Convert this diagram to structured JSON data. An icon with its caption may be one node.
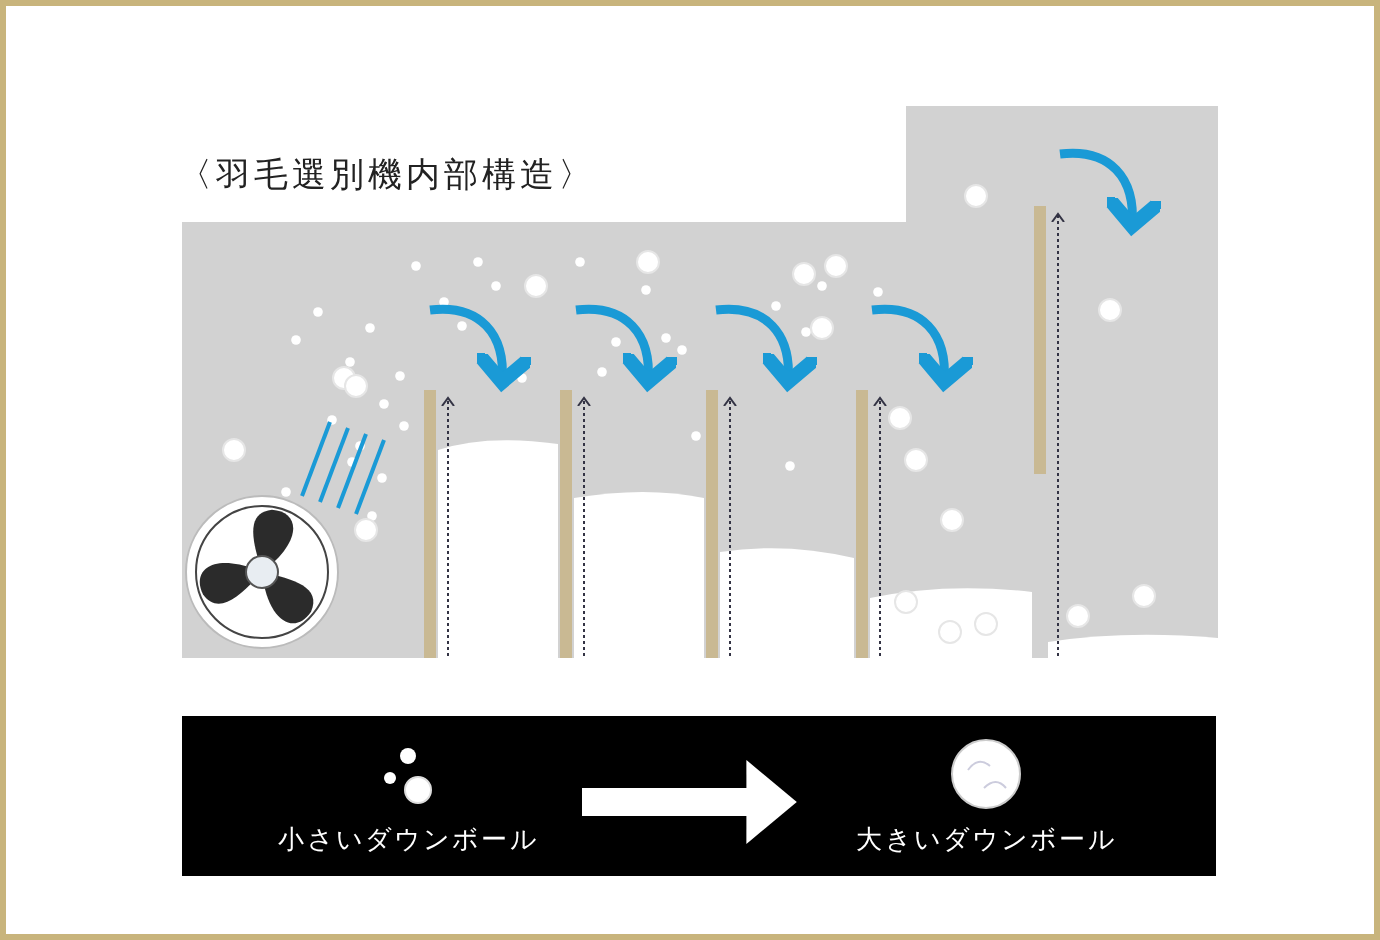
{
  "diagram": {
    "title": "〈羽毛選別機内部構造〉",
    "nodes": [
      {
        "text": [
          "小さいダウンボール"
        ]
      },
      {
        "text": [
          "大きいダウンボール"
        ]
      }
    ],
    "edges": [
      {
        "from": 0,
        "to": 1,
        "arrow": "to"
      }
    ]
  }
}
